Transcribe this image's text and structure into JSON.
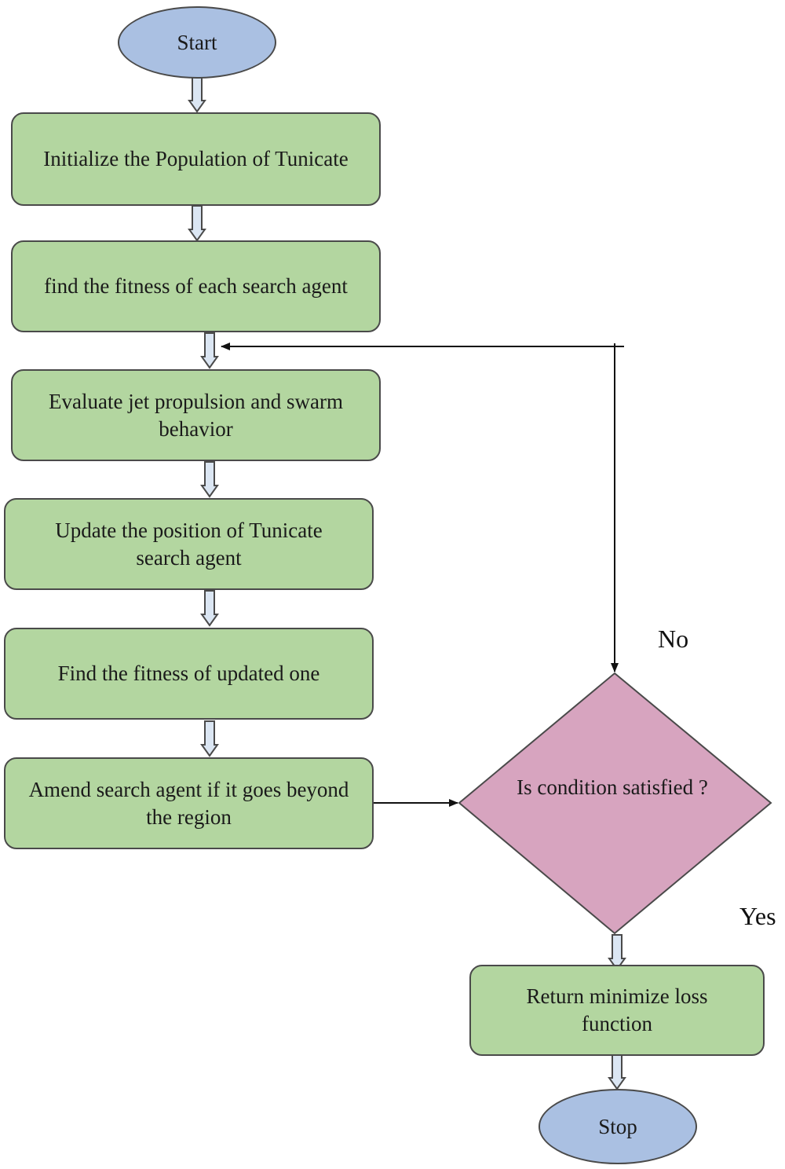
{
  "nodes": {
    "start": "Start",
    "init": "Initialize the Population of Tunicate",
    "fitness": "find the fitness of each search agent",
    "evaluate": "Evaluate jet propulsion and swarm behavior",
    "update": "Update the position of Tunicate search agent",
    "find_updated": "Find the fitness of updated one",
    "amend": "Amend search agent if it goes beyond the region",
    "decision": "Is condition satisfied ?",
    "return": "Return minimize loss function",
    "stop": "Stop"
  },
  "labels": {
    "no": "No",
    "yes": "Yes"
  },
  "colors": {
    "process_fill": "#b3d6a0",
    "terminal_fill": "#aac0e2",
    "decision_fill": "#d7a4bf",
    "connector_fill": "#dbe6f3"
  }
}
